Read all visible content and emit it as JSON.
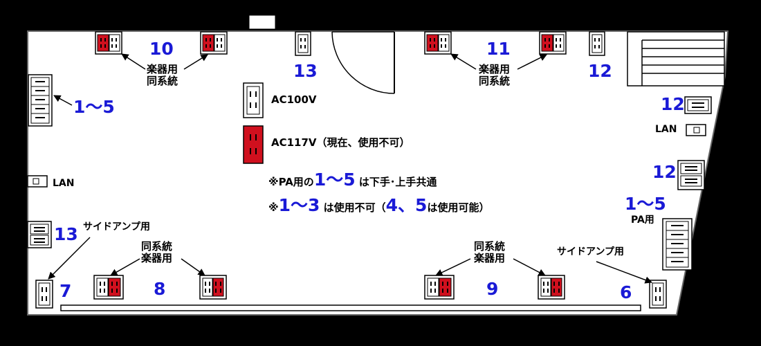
{
  "colors": {
    "ac100v": "#ffffff",
    "ac117v": "#d0101e",
    "background": "#000000",
    "room": "#ffffff",
    "number_text": "#1a1ad6"
  },
  "legend": {
    "ac100v_label": "AC100V",
    "ac117v_label": "AC117V（現在、使用不可）"
  },
  "notes": {
    "line1_prefix": "※PA用の",
    "line1_big": "1〜5",
    "line1_suffix": "は下手･上手共通",
    "line2_prefix": "※",
    "line2_big1": "1〜3",
    "line2_mid": "は使用不可（",
    "line2_big2": "4、5",
    "line2_suffix": "は使用可能）"
  },
  "groups": {
    "g10": {
      "number": "10",
      "label1": "楽器用",
      "label2": "同系統"
    },
    "g11": {
      "number": "11",
      "label1": "楽器用",
      "label2": "同系統"
    },
    "g8": {
      "number": "8",
      "label1": "同系統",
      "label2": "楽器用"
    },
    "g9": {
      "number": "9",
      "label1": "同系統",
      "label2": "楽器用"
    }
  },
  "outlets": {
    "o13_top": "13",
    "o12_top": "12",
    "o12_right_a": "12",
    "o12_right_b": "12",
    "o1_5_left": "1〜5",
    "o1_5_right": "1〜5",
    "o1_5_right_pa": "PA用",
    "o13_left": "13",
    "o7": "7",
    "o6": "6",
    "side_amp_left": "サイドアンプ用",
    "side_amp_right": "サイドアンプ用",
    "lan_left": "LAN",
    "lan_right": "LAN"
  }
}
